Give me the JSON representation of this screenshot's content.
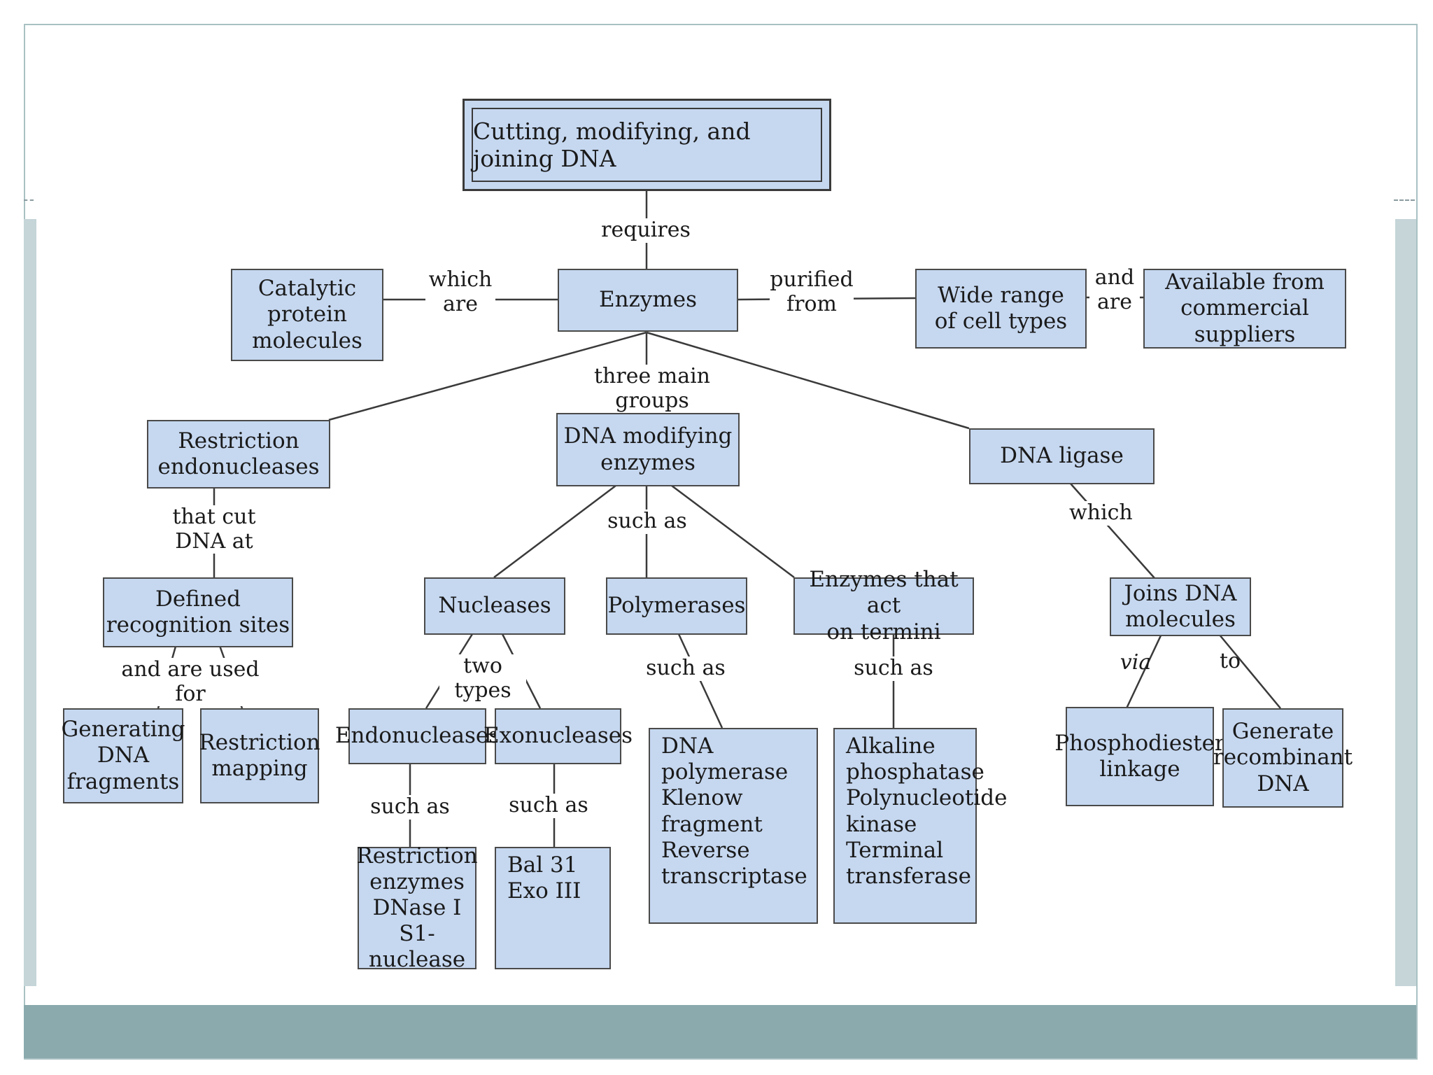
{
  "colors": {
    "box_fill": "#c6d8f0",
    "box_border": "#4a4a4a",
    "band_light": "#c5d5d8",
    "band_dark": "#8aaaae"
  },
  "title": "Cutting, modifying, and joining DNA",
  "nodes": {
    "enzymes": "Enzymes",
    "catalytic": "Catalytic\nprotein\nmolecules",
    "wide_range": "Wide range\nof cell types",
    "available": "Available from\ncommercial suppliers",
    "restriction_endo": "Restriction\nendonucleases",
    "dna_modifying": "DNA modifying\nenzymes",
    "dna_ligase": "DNA ligase",
    "defined_sites": "Defined\nrecognition sites",
    "nucleases": "Nucleases",
    "polymerases": "Polymerases",
    "termini": "Enzymes that act\non termini",
    "joins": "Joins DNA\nmolecules",
    "generating": "Generating\nDNA\nfragments",
    "mapping": "Restriction\nmapping",
    "endonucleases": "Endonucleases",
    "exonucleases": "Exonucleases",
    "polymerase_list": "DNA polymerase\nKlenow fragment\nReverse\n   transcriptase",
    "termini_list": "Alkaline\n   phosphatase\nPolynucleotide\n   kinase\nTerminal\n   transferase",
    "phosphodiester": "Phosphodiester\nlinkage",
    "recombinant": "Generate\nrecombinant\nDNA",
    "endo_list": "Restriction\nenzymes\nDNase I\nS1-nuclease",
    "exo_list": "Bal 31\nExo III"
  },
  "links": {
    "requires": "requires",
    "which_are": "which\nare",
    "purified_from": "purified\nfrom",
    "and_are": "and\nare",
    "three_groups": "three main groups",
    "cut_at": "that cut\nDNA at",
    "such_as_mod": "such as",
    "which_ligase": "which",
    "used_for": "and are used for",
    "two_types": "two types",
    "such_as_poly": "such as",
    "such_as_term": "such as",
    "via": "via",
    "to": "to",
    "such_as_endo": "such as",
    "such_as_exo": "such as"
  }
}
